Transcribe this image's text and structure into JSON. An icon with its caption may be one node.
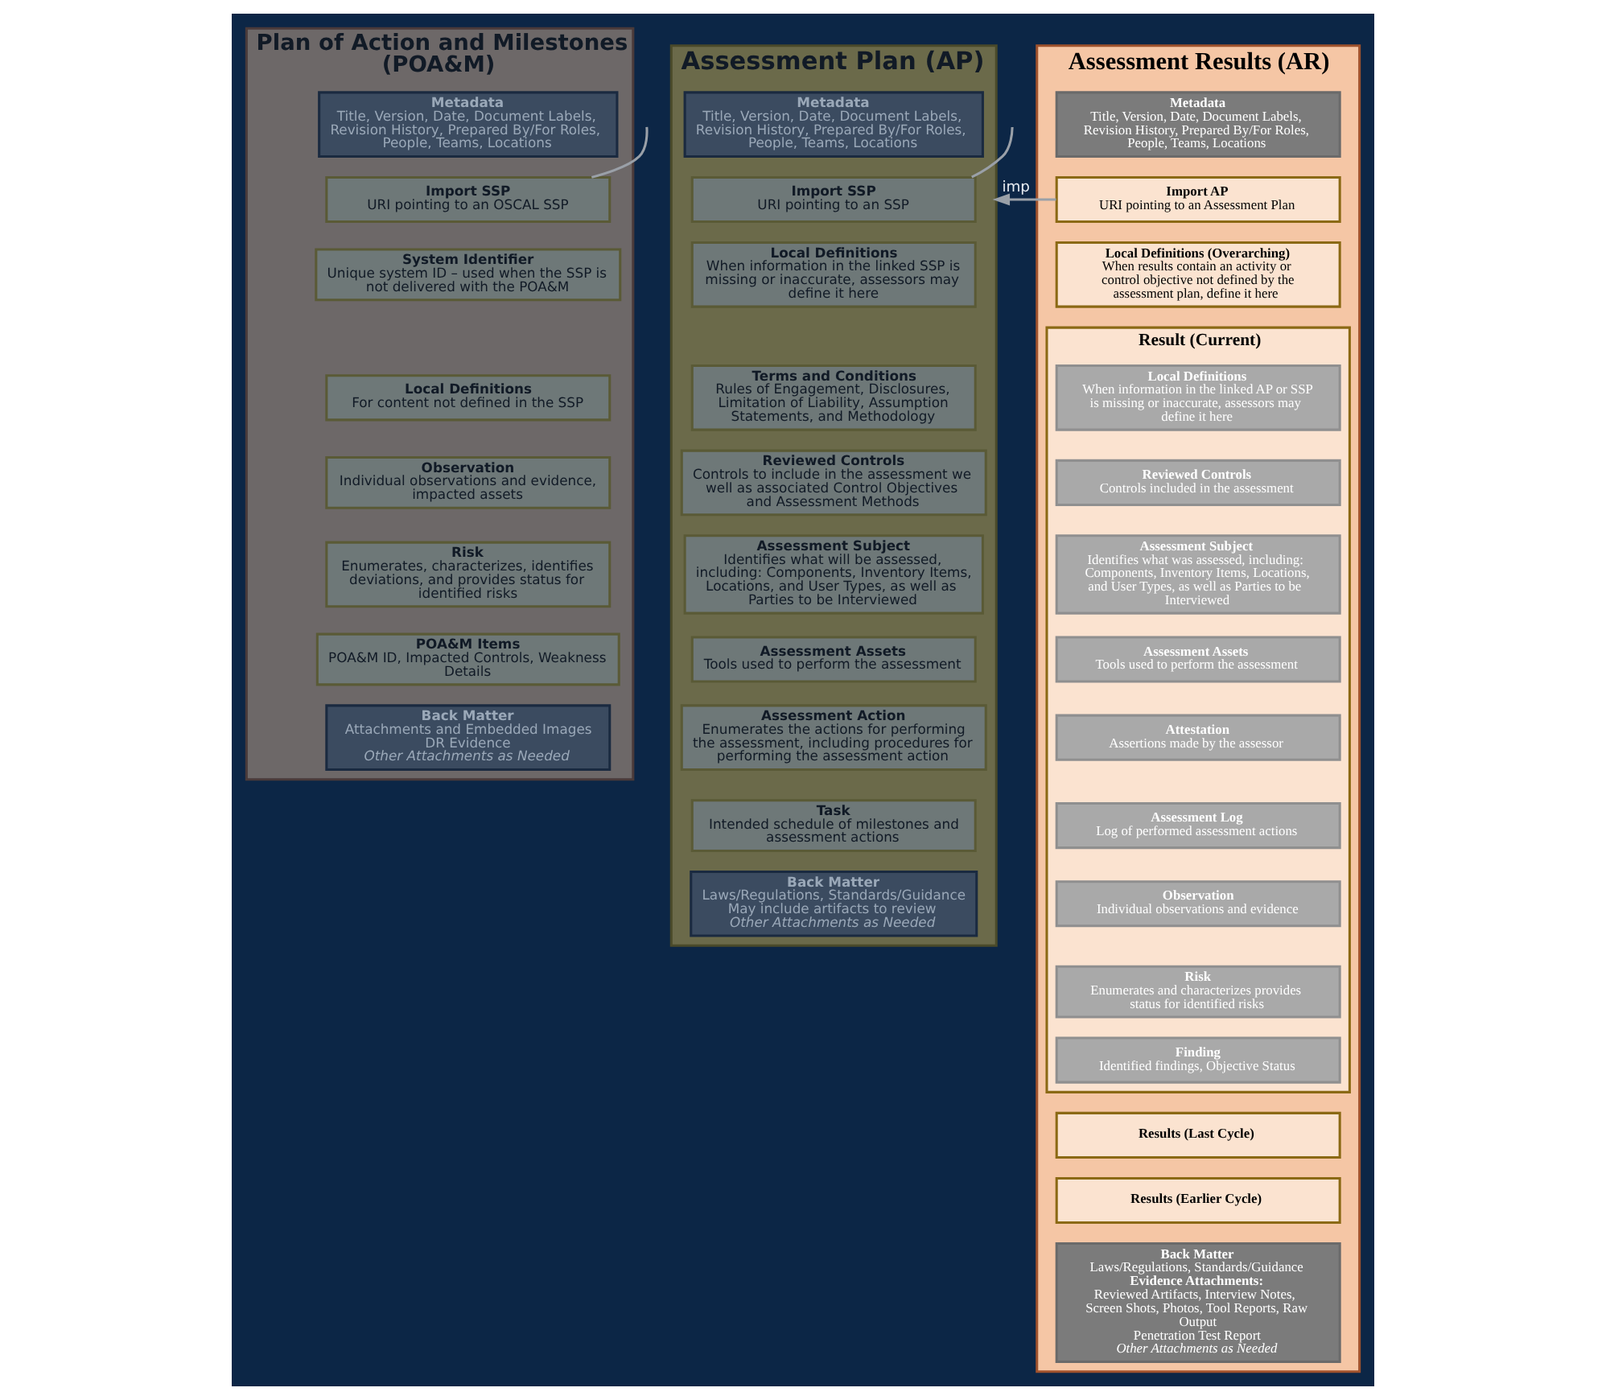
{
  "diagram": {
    "nodes": [
      {
        "text": [
          "Assessment Plan (AP)"
        ]
      },
      {
        "text": [
          "Metadata",
          "Title, Version, Date, Document Labels, Revision History, Prepared By/For Roles, People, Teams, Locations"
        ],
        "in": 0
      },
      {
        "text": [
          "Import SSP",
          "URI pointing to an SSP"
        ],
        "in": 0
      },
      {
        "text": [
          "Local Definitions",
          "When information in the linked SSP is missing or inaccurate, assessors may define it here"
        ],
        "in": 0
      },
      {
        "text": [
          "Terms and Conditions",
          "Rules of Engagement, Disclosures, Limitation of Liability, Assumption Statements, and Methodology"
        ],
        "in": 0
      },
      {
        "text": [
          "Reviewed Controls",
          "Controls to include in the assessment we well as associated Control Objectives and Assessment Methods"
        ],
        "in": 0
      },
      {
        "text": [
          "Assessment Subject",
          "Identifies what will be assessed, including: Components, Inventory Items, Locations, and User Types, as well as Parties to be Interviewed"
        ],
        "in": 0
      },
      {
        "text": [
          "Assessment Assets",
          "Tools used to perform the assessment"
        ],
        "in": 0
      },
      {
        "text": [
          "Assessment Action",
          "Enumerates the actions for performing the assessment, including procedures for performing the assessment action"
        ],
        "in": 0
      },
      {
        "text": [
          "Task",
          "Intended schedule of milestones and assessment actions"
        ],
        "in": 0
      },
      {
        "text": [
          "Back Matter",
          "Laws/Regulations, Standards/Guidance",
          "May include artifacts to review",
          "Other Attachments as Needed"
        ],
        "in": 0
      },
      {
        "text": [
          "Assessment Results (AR)"
        ]
      },
      {
        "text": [
          "Metadata",
          "Title, Version, Date, Document Labels, Revision History, Prepared By/For Roles, People, Teams, Locations"
        ],
        "in": 11
      },
      {
        "text": [
          "Import AP",
          "URI pointing to an Assessment Plan"
        ],
        "in": 11
      },
      {
        "text": [
          "Local Definitions (Overarching)",
          "When results contain an activity or control objective not defined by the assessment plan, define it here"
        ],
        "in": 11
      },
      {
        "text": [
          "Result (Current)"
        ],
        "in": 11
      },
      {
        "text": [
          "Local Definitions",
          "When information in the linked AP or SSP is missing or inaccurate, assessors may define it here"
        ],
        "in": 15
      },
      {
        "text": [
          "Reviewed Controls",
          "Controls included in the assessment"
        ],
        "in": 15
      },
      {
        "text": [
          "Assessment Subject",
          "Identifies what was assessed, including: Components, Inventory Items, Locations, and User Types, as well as Parties to be Interviewed"
        ],
        "in": 15
      },
      {
        "text": [
          "Assessment Assets",
          "Tools used to perform the assessment"
        ],
        "in": 15
      },
      {
        "text": [
          "Attestation",
          "Assertions made by the assessor"
        ],
        "in": 15
      },
      {
        "text": [
          "Assessment Log",
          "Log of performed assessment actions"
        ],
        "in": 15
      },
      {
        "text": [
          "Observation",
          "Individual observations and evidence"
        ],
        "in": 15
      },
      {
        "text": [
          "Risk",
          "Enumerates and characterizes provides status for identified risks"
        ],
        "in": 15
      },
      {
        "text": [
          "Finding",
          "Identified findings, Objective Status"
        ],
        "in": 15
      },
      {
        "text": [
          "Results (Last Cycle)"
        ],
        "in": 11
      },
      {
        "text": [
          "Results (Earlier Cycle)"
        ],
        "in": 11
      },
      {
        "text": [
          "Back Matter",
          "Laws/Regulations, Standards/Guidance",
          "Evidence Attachments:",
          "Reviewed Artifacts, Interview Notes, Screen Shots, Photos, Tool Reports, Raw Output",
          "Penetration Test Report",
          "Other Attachments as Needed"
        ],
        "in": 11
      },
      {
        "text": [
          "Plan of Action and Milestones (POA&M)"
        ]
      },
      {
        "text": [
          "Metadata",
          "Title, Version, Date, Document Labels, Revision History, Prepared By/For Roles, People, Teams, Locations"
        ],
        "in": 28
      },
      {
        "text": [
          "Import SSP",
          "URI pointing to an OSCAL SSP"
        ],
        "in": 28
      },
      {
        "text": [
          "System Identifier",
          "Unique system ID – used when the SSP is not delivered with the POA&M"
        ],
        "in": 28
      },
      {
        "text": [
          "Local Definitions",
          "For content not defined in the SSP"
        ],
        "in": 28
      },
      {
        "text": [
          "Observation",
          "Individual observations and evidence, impacted assets"
        ],
        "in": 28
      },
      {
        "text": [
          "Risk",
          "Enumerates, characterizes, identifies deviations, and provides status for identified risks"
        ],
        "in": 28
      },
      {
        "text": [
          "POA&M Items",
          "POA&M ID, Impacted Controls, Weakness Details"
        ],
        "in": 28
      },
      {
        "text": [
          "Back Matter",
          "Attachments and Embedded Images",
          "DR Evidence",
          "Other Attachments as Needed"
        ],
        "in": 28
      }
    ],
    "edges": [
      {
        "from": 13,
        "to": 0,
        "arrow": "to",
        "label": "imp"
      },
      {
        "from": null,
        "to": 2,
        "arrow": "none"
      },
      {
        "from": null,
        "to": 30,
        "arrow": "none"
      }
    ]
  }
}
